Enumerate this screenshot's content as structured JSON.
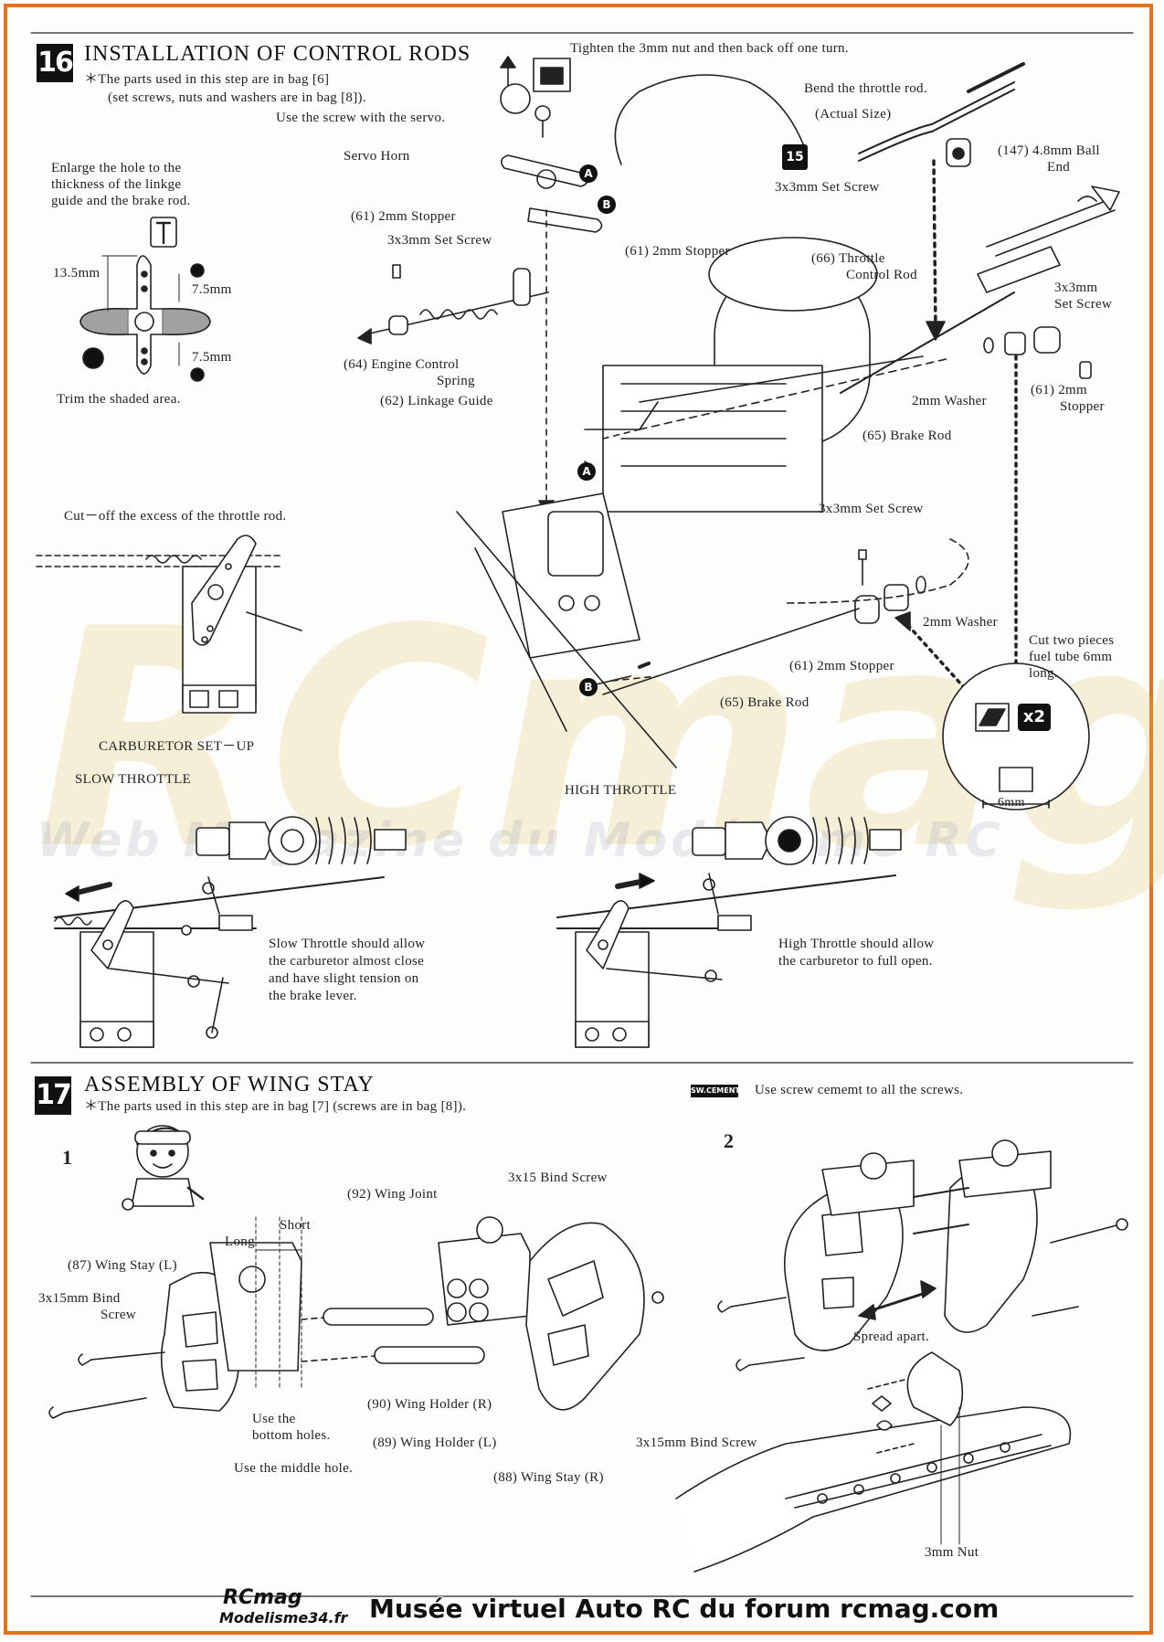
{
  "watermark": {
    "brand": "RCmag",
    "tagline": "Web Magazine du Modélisme RC"
  },
  "step16": {
    "number": "16",
    "title": "INSTALLATION OF CONTROL RODS",
    "note_line1": "＊The parts used in this step are in bag [6]",
    "note_line2": "(set screws, nuts and washers are in bag [8]).",
    "note_line3": "Use the screw with the servo.",
    "tighten": "Tighten the 3mm nut and then back off one turn.",
    "bend": "Bend the throttle rod.",
    "actual_size": "(Actual Size)",
    "ball_end_1": "(147) 4.8mm Ball",
    "ball_end_2": "End",
    "set_screw_top": "3x3mm Set Screw",
    "set_screw_top_badge": "15",
    "servo_horn": "Servo Horn",
    "enlarge_1": "Enlarge the hole to the",
    "enlarge_2": "thickness of the linkge",
    "enlarge_3": "guide and the brake rod.",
    "dim_135": "13.5mm",
    "dim_75a": "7.5mm",
    "dim_75b": "7.5mm",
    "trim": "Trim the shaded area.",
    "stopper_left": "(61) 2mm Stopper",
    "set_screw_left": "3x3mm Set Screw",
    "spring_1": "(64) Engine Control",
    "spring_2": "Spring",
    "guide": "(62) Linkage Guide",
    "stopper_mid": "(61) 2mm Stopper",
    "throttle_rod_1": "(66) Throttle",
    "throttle_rod_2": "Control Rod",
    "set_screw_right_1": "3x3mm",
    "set_screw_right_2": "Set Screw",
    "washer_right": "2mm Washer",
    "stopper_right_1": "(61) 2mm",
    "stopper_right_2": "Stopper",
    "brake_rod_upper": "(65) Brake Rod",
    "cutoff": "Cut－off the excess of the throttle rod.",
    "set_screw_low": "3x3mm Set Screw",
    "washer_low": "2mm Washer",
    "stopper_low": "(61) 2mm Stopper",
    "brake_rod_lower": "(65) Brake Rod",
    "fuel_1": "Cut two pieces",
    "fuel_2": "fuel tube 6mm",
    "fuel_3": "long.",
    "x2": "x2",
    "six_mm": "6mm",
    "marker_a": "A",
    "marker_b": "B",
    "carb": "CARBURETOR SET－UP",
    "slow": "SLOW THROTTLE",
    "high": "HIGH THROTTLE",
    "slow_1": "Slow Throttle should allow",
    "slow_2": "the carburetor almost close",
    "slow_3": "and have slight tension on",
    "slow_4": "the brake lever.",
    "high_1": "High Throttle should allow",
    "high_2": "the carburetor to full open."
  },
  "step17": {
    "number": "17",
    "title": "ASSEMBLY OF WING STAY",
    "note": "＊The parts used in this step are in bag [7] (screws are in bag [8]).",
    "cement_tag": "SW.CEMENT",
    "cement": "Use screw cememt to all the screws.",
    "fig1": "1",
    "fig2": "2",
    "wing_joint": "(92) Wing Joint",
    "bind_top": "3x15 Bind Screw",
    "long": "Long",
    "short": "Short",
    "wing_stay_l": "(87) Wing Stay (L)",
    "bind_left_1": "3x15mm Bind",
    "bind_left_2": "Screw",
    "holder_r": "(90) Wing Holder (R)",
    "bottom_1": "Use the",
    "bottom_2": "bottom holes.",
    "holder_l": "(89) Wing Holder (L)",
    "middle": "Use the middle hole.",
    "stay_r": "(88) Wing Stay (R)",
    "spread": "Spread apart.",
    "bind_right": "3x15mm Bind Screw",
    "nut": "3mm Nut"
  },
  "footer": {
    "logo_top": "RCmag",
    "logo_bottom": "Modelisme34.fr",
    "text": "Musée virtuel Auto RC du forum rcmag.com"
  }
}
